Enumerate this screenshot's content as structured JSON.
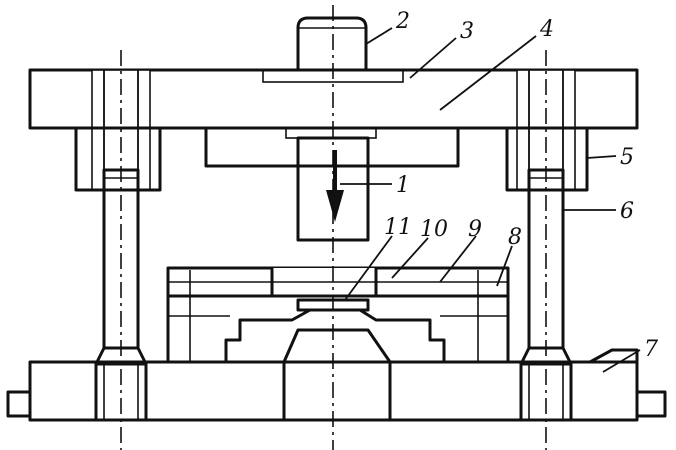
{
  "labels": {
    "l1": "1",
    "l2": "2",
    "l3": "3",
    "l4": "4",
    "l5": "5",
    "l6": "6",
    "l7": "7",
    "l8": "8",
    "l9": "9",
    "l10": "10",
    "l11": "11"
  },
  "colors": {
    "ink": "#111111",
    "paper": "#ffffff"
  }
}
